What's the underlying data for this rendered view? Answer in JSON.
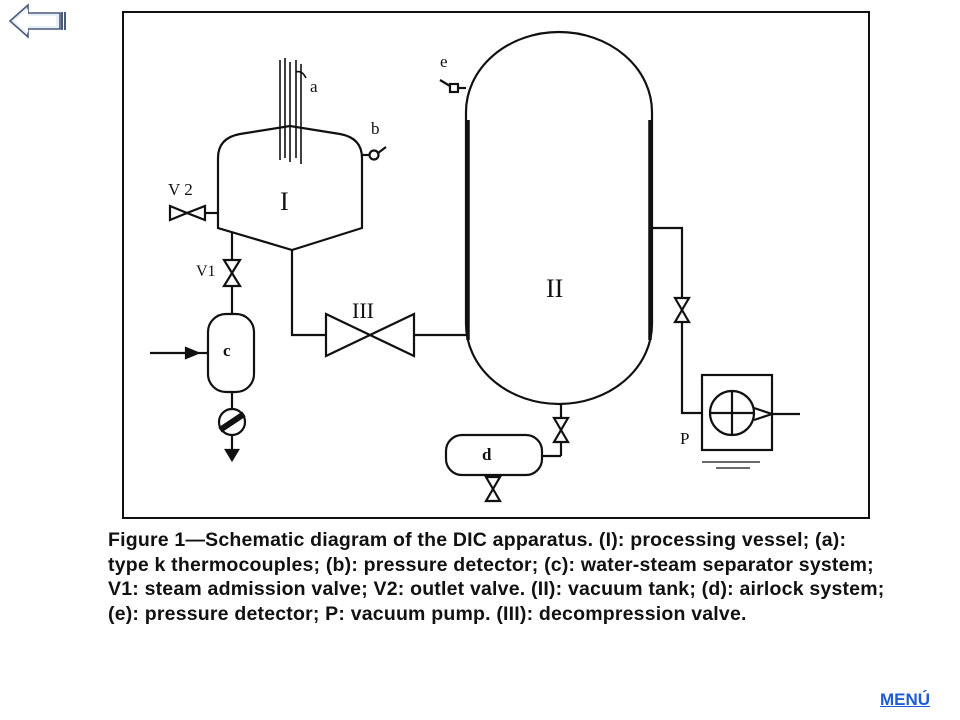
{
  "nav": {
    "back_icon": "arrow-left-icon",
    "menu_label": "MENÚ"
  },
  "diagram": {
    "labels": {
      "a": "a",
      "b": "b",
      "c": "c",
      "d": "d",
      "e": "e",
      "p": "P",
      "v1": "V1",
      "v2": "V 2",
      "vessel": "I",
      "tank": "II",
      "decompression": "III"
    }
  },
  "caption": {
    "text": "Figure 1—Schematic diagram of the DIC apparatus. (I): processing vessel; (a): type k thermocouples; (b): pressure detector; (c): water-steam separator system; V1: steam admission valve; V2: outlet valve. (II): vacuum tank; (d): airlock system; (e): pressure detector; P: vacuum pump. (III): decompression valve."
  },
  "colors": {
    "link": "#1e5bd8",
    "ink": "#111111"
  }
}
